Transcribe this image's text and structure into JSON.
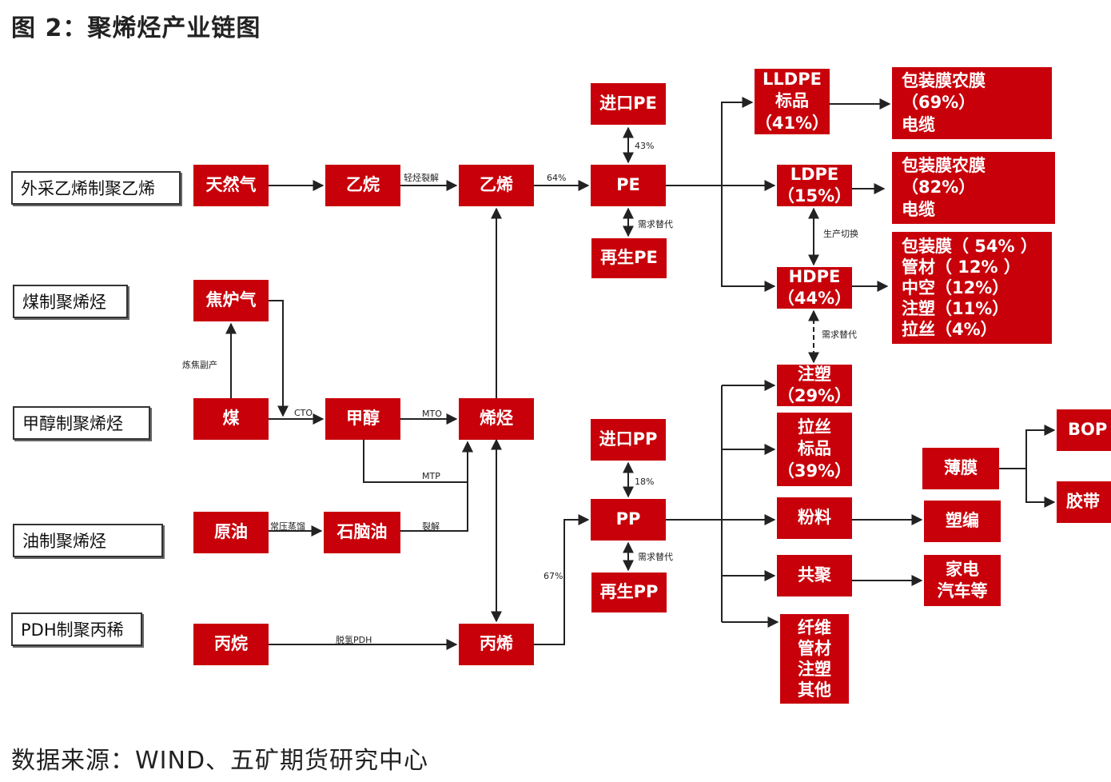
{
  "title": "图 2：聚烯烃产业链图",
  "source": "数据来源：WIND、五矿期货研究中心",
  "colors": {
    "box": "#c8000a",
    "line": "#222222"
  },
  "routes": [
    {
      "id": "r_ethylene",
      "text": "外采乙烯制聚乙烯"
    },
    {
      "id": "r_coal",
      "text": "煤制聚烯烃"
    },
    {
      "id": "r_methanol",
      "text": "甲醇制聚烯烃"
    },
    {
      "id": "r_oil",
      "text": "油制聚烯烃"
    },
    {
      "id": "r_pdh",
      "text": "PDH制聚丙稀"
    }
  ],
  "nodes": [
    {
      "id": "natgas",
      "text": "天然气"
    },
    {
      "id": "ethane",
      "text": "乙烷"
    },
    {
      "id": "ethylene",
      "text": "乙烯"
    },
    {
      "id": "coke_gas",
      "text": "焦炉气"
    },
    {
      "id": "coal",
      "text": "煤"
    },
    {
      "id": "methanol",
      "text": "甲醇"
    },
    {
      "id": "olefin",
      "text": "烯烃"
    },
    {
      "id": "crude",
      "text": "原油"
    },
    {
      "id": "naphtha",
      "text": "石脑油"
    },
    {
      "id": "propane",
      "text": "丙烷"
    },
    {
      "id": "propylene",
      "text": "丙烯"
    },
    {
      "id": "import_pe",
      "text": "进口PE"
    },
    {
      "id": "pe",
      "text": "PE"
    },
    {
      "id": "recycled_pe",
      "text": "再生PE"
    },
    {
      "id": "import_pp",
      "text": "进口PP"
    },
    {
      "id": "pp",
      "text": "PP"
    },
    {
      "id": "recycled_pp",
      "text": "再生PP"
    },
    {
      "id": "lldpe",
      "text": "LLDPE\n标品\n（41%）"
    },
    {
      "id": "ldpe",
      "text": "LDPE\n（15%）"
    },
    {
      "id": "hdpe",
      "text": "HDPE\n（44%）"
    },
    {
      "id": "lldpe_use",
      "text": "包装膜农膜（69%）\n电缆"
    },
    {
      "id": "ldpe_use",
      "text": "包装膜农膜（82%）\n电缆"
    },
    {
      "id": "hdpe_use",
      "text": "包装膜（ 54% ）\n管材（ 12% ）\n中空（12%）\n注塑（11%）\n拉丝（4%）"
    },
    {
      "id": "pp_inject",
      "text": "注塑\n（29%）"
    },
    {
      "id": "pp_wire",
      "text": "拉丝\n标品\n（39%）"
    },
    {
      "id": "pp_powder",
      "text": "粉料"
    },
    {
      "id": "pp_copoly",
      "text": "共聚"
    },
    {
      "id": "pp_fiber",
      "text": "纤维\n管材\n注塑\n其他"
    },
    {
      "id": "film",
      "text": "薄膜"
    },
    {
      "id": "woven",
      "text": "塑编"
    },
    {
      "id": "appliance",
      "text": "家电\n汽车等"
    },
    {
      "id": "bop",
      "text": "BOP"
    },
    {
      "id": "tape",
      "text": "胶带"
    }
  ],
  "edge_labels": [
    {
      "id": "l_crack",
      "text": "轻烃裂解"
    },
    {
      "id": "l_64",
      "text": "64%"
    },
    {
      "id": "l_43",
      "text": "43%"
    },
    {
      "id": "l_subst_pe",
      "text": "需求替代"
    },
    {
      "id": "l_byproduct",
      "text": "炼焦副产"
    },
    {
      "id": "l_cto",
      "text": "CTO"
    },
    {
      "id": "l_mto",
      "text": "MTO"
    },
    {
      "id": "l_mtp",
      "text": "MTP"
    },
    {
      "id": "l_distill",
      "text": "常压蒸馏"
    },
    {
      "id": "l_crack2",
      "text": "裂解"
    },
    {
      "id": "l_pdh",
      "text": "脱氢PDH"
    },
    {
      "id": "l_67",
      "text": "67%"
    },
    {
      "id": "l_18",
      "text": "18%"
    },
    {
      "id": "l_subst_pp",
      "text": "需求替代"
    },
    {
      "id": "l_switch",
      "text": "生产切换"
    },
    {
      "id": "l_subst_hdpe",
      "text": "需求替代"
    }
  ]
}
